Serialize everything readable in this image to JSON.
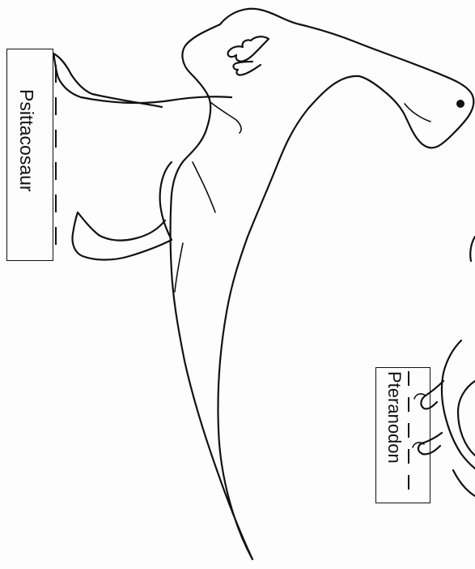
{
  "labels": {
    "psittacosaur": "Psittacosaur",
    "pteranodon": "Pteranodon"
  },
  "icons": {
    "psittacosaur": "psittacosaur-outline-drawing",
    "pteranodon": "pteranodon-outline-drawing"
  },
  "colors": {
    "line": "#111111",
    "background": "#fdfdfd"
  }
}
